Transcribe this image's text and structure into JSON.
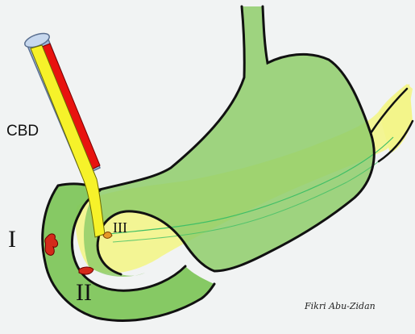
{
  "labels": {
    "cbd": "CBD",
    "part_one": "I",
    "part_two": "II",
    "part_three": "III"
  },
  "signature": "Fikri Abu-Zidan",
  "colors": {
    "background": "#f1f3f3",
    "stomach_green": "#8fcd6a",
    "duodenum_green": "#7fc65c",
    "pancreas_yellow": "#f3f58a",
    "bile_duct_yellow": "#f6f22a",
    "artery_red": "#e8130f",
    "vessel_blue": "#9db8dc",
    "lesion_red": "#d42a1a",
    "ampulla_orange": "#e69a2a",
    "pancreatic_duct": "#3fbf66",
    "outline": "#111111"
  }
}
